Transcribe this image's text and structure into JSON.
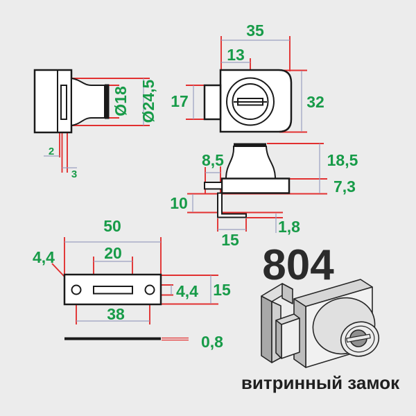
{
  "colors": {
    "background": "#ececec",
    "dimension_text": "#179b48",
    "extension_line": "#e23030",
    "measure_line": "#9aa0c0",
    "drawing_ink": "#1a1a1a"
  },
  "product": {
    "model": "804",
    "name": "витринный замок"
  },
  "dims": {
    "side": {
      "d18": "Ø18",
      "d245": "Ø24,5",
      "gap": "2",
      "thickness": "3"
    },
    "front": {
      "width": "35",
      "key_offset": "13",
      "tab_height": "17",
      "height": "32"
    },
    "plan": {
      "tab_depth": "8,5",
      "boss_height": "18,5",
      "plate_depth": "7,3",
      "drop": "10",
      "foot_length": "15",
      "bar_thickness": "1,8"
    },
    "strike": {
      "length": "50",
      "slot_length": "20",
      "hole_left": "4,4",
      "hole_right": "4,4",
      "width": "15",
      "hole_spacing": "38",
      "thickness": "0,8"
    }
  }
}
